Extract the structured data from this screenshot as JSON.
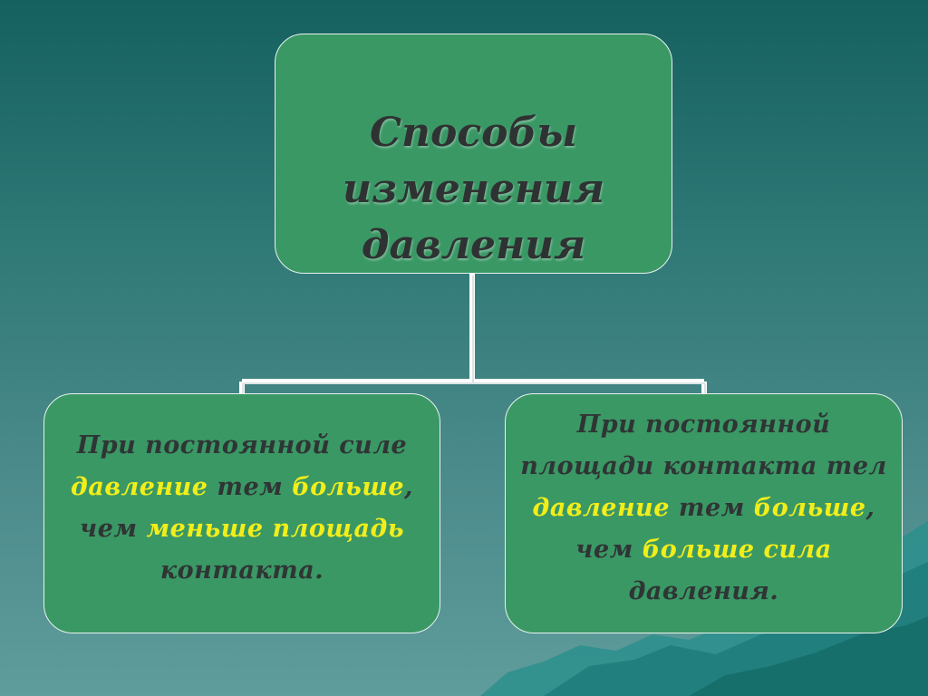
{
  "colors": {
    "box_fill": "#3a9865",
    "box_border": "#e8f2ee",
    "text_dark": "#2f3535",
    "highlight": "#f2ee1a",
    "connector": "#ffffff"
  },
  "root": {
    "lines": [
      "Способы",
      "изменения",
      "давления"
    ]
  },
  "left": {
    "l1": "При постоянной силе",
    "l2_hl1": "давление",
    "l2_t1": " тем ",
    "l2_hl2": "больше",
    "l2_t2": ",",
    "l3_t1": "чем ",
    "l3_hl": "меньше площадь",
    "l4": "контакта."
  },
  "right": {
    "l1": "При постоянной",
    "l2": "площади контакта тел",
    "l3_hl1": "давление",
    "l3_t1": " тем ",
    "l3_hl2": "больше",
    "l3_t2": ",",
    "l4_t1": "чем ",
    "l4_hl": "больше сила",
    "l5": "давления."
  }
}
